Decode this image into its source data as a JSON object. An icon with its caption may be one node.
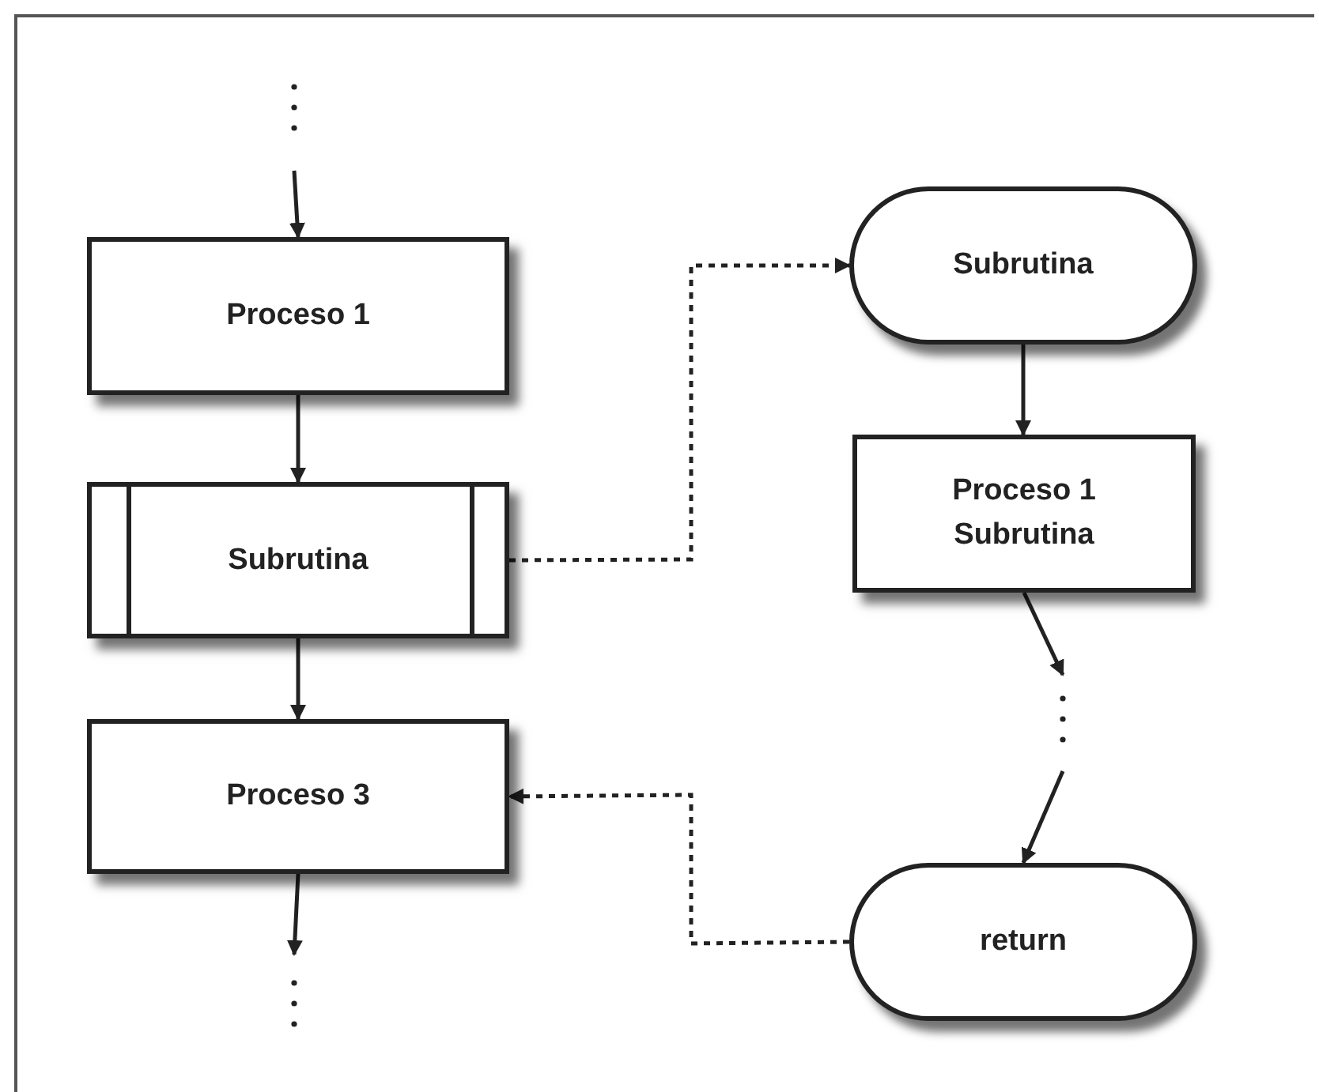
{
  "diagram": {
    "nodes": [
      {
        "text": [
          "Proceso 1"
        ]
      },
      {
        "text": [
          "Subrutina"
        ]
      },
      {
        "text": [
          "Proceso 3"
        ]
      },
      {
        "text": [
          "Subrutina"
        ]
      },
      {
        "text": [
          "Proceso 1 Subrutina"
        ]
      },
      {
        "text": [
          "return"
        ]
      }
    ],
    "edges": [
      {
        "from": null,
        "to": 0,
        "arrow": "to"
      },
      {
        "from": 0,
        "to": 1,
        "arrow": "to"
      },
      {
        "from": 1,
        "to": 2,
        "arrow": "to"
      },
      {
        "from": 2,
        "to": null,
        "arrow": "to"
      },
      {
        "from": 1,
        "to": 3,
        "arrow": "to",
        "style": "dashed"
      },
      {
        "from": 3,
        "to": 4,
        "arrow": "to"
      },
      {
        "from": 4,
        "to": null,
        "arrow": "to"
      },
      {
        "from": null,
        "to": 5,
        "arrow": "to"
      },
      {
        "from": 5,
        "to": 2,
        "arrow": "to",
        "style": "dashed"
      }
    ]
  }
}
